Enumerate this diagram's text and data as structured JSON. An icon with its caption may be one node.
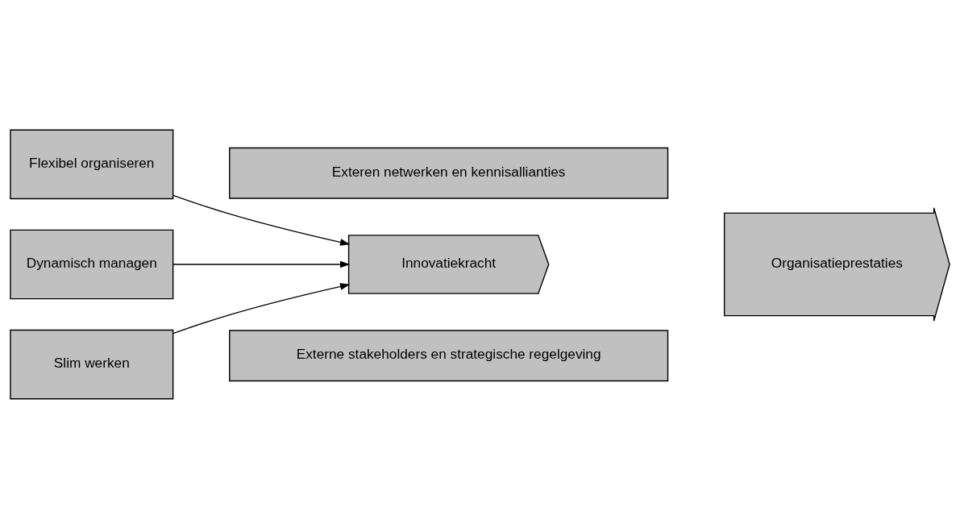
{
  "diagram": {
    "nodes": [
      {
        "text": [
          "Exteren netwerken en kennisallianties"
        ]
      },
      {
        "text": [
          "Flexibel organiseren"
        ]
      },
      {
        "text": [
          "Dynamisch managen"
        ]
      },
      {
        "text": [
          "Slim werken"
        ]
      },
      {
        "text": [
          "Innovatiekracht"
        ]
      },
      {
        "text": [
          "Organisatieprestaties"
        ]
      },
      {
        "text": [
          "Externe stakeholders en strategische regelgeving"
        ]
      }
    ],
    "edges": [
      {
        "from": 1,
        "to": 4,
        "arrow": "to"
      },
      {
        "from": 2,
        "to": 4,
        "arrow": "to"
      },
      {
        "from": 3,
        "to": 4,
        "arrow": "to"
      }
    ]
  }
}
